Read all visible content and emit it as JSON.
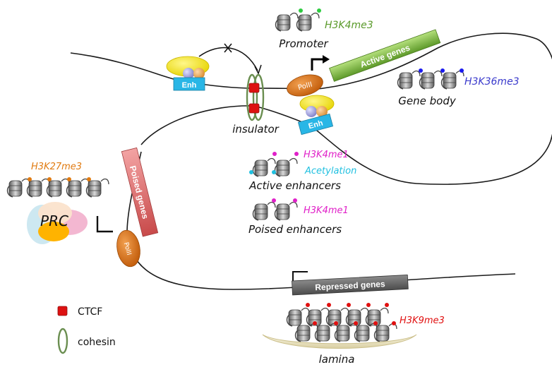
{
  "labels": {
    "promoter": "Promoter",
    "gene_body": "Gene body",
    "insulator": "insulator",
    "active_enhancers": "Active enhancers",
    "poised_enhancers": "Poised enhancers",
    "lamina": "lamina",
    "prc": "PRC",
    "enh_top": "Enh",
    "enh_bottom": "Enh",
    "polii_active": "PolII",
    "polii_poised": "PolII"
  },
  "marks": {
    "h3k4me3": "H3K4me3",
    "h3k36me3": "H3K36me3",
    "h3k27me3": "H3K27me3",
    "h3k4me1_active": "H3K4me1",
    "acetylation": "Acetylation",
    "h3k4me1_poised": "H3K4me1",
    "h3k9me3": "H3K9me3"
  },
  "genes": {
    "active": "Active genes",
    "poised": "Poised genes",
    "repressed": "Repressed genes"
  },
  "legend": {
    "ctcf": "CTCF",
    "cohesin": "cohesin"
  },
  "colors": {
    "h3k4me3": "#5a9a2a",
    "h3k36me3": "#3a3acc",
    "h3k27me3": "#e07a10",
    "h3k4me1": "#e020c8",
    "acetylation": "#20c0e0",
    "h3k9me3": "#e01010",
    "active_gene": "#8cc84b",
    "poised_gene": "#e87a7a",
    "repressed_gene": "#6e6e6e",
    "enh_box": "#29b6e6",
    "polii": "#e07818",
    "ctcf": "#dd1111",
    "cohesin": "#6a8e50",
    "lamina": "#f3ecd0"
  }
}
